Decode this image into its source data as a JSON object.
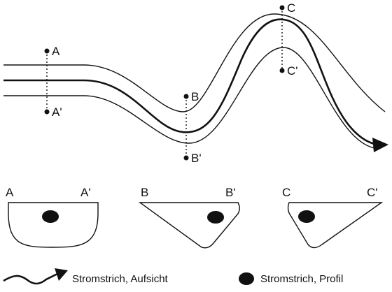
{
  "plan": {
    "points": [
      "A",
      "A'",
      "B",
      "B'",
      "C",
      "C'"
    ]
  },
  "profiles": [
    {
      "left": "A",
      "right": "A'"
    },
    {
      "left": "B",
      "right": "B'"
    },
    {
      "left": "C",
      "right": "C'"
    }
  ],
  "legend": {
    "plan_label": "Stromstrich, Aufsicht",
    "profile_label": "Stromstrich, Profil"
  },
  "colors": {
    "ink": "#111111",
    "background": "#ffffff"
  }
}
